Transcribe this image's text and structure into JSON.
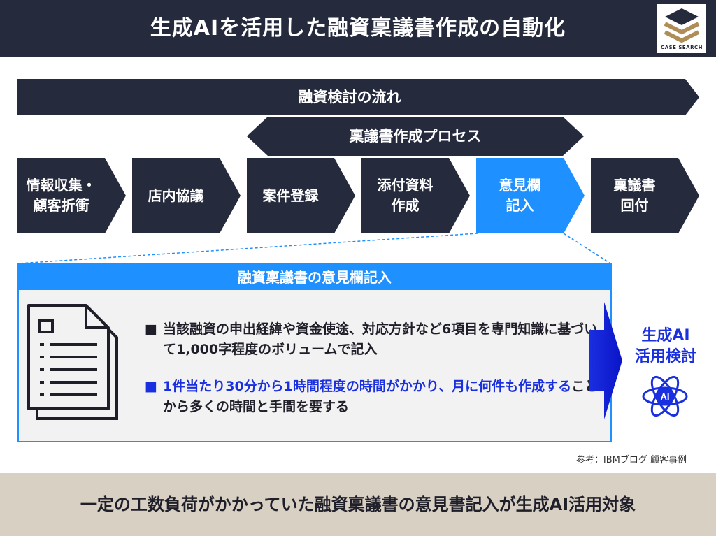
{
  "header": {
    "title": "生成AIを活用した融資稟議書作成の自動化",
    "logo_text": "CASE SEARCH"
  },
  "flow": {
    "label": "融資検討の流れ"
  },
  "process": {
    "label": "稟議書作成プロセス"
  },
  "steps": [
    {
      "label": "情報収集・\n顧客折衝",
      "highlighted": false
    },
    {
      "label": "店内協議",
      "highlighted": false
    },
    {
      "label": "案件登録",
      "highlighted": false
    },
    {
      "label": "添付資料\n作成",
      "highlighted": false
    },
    {
      "label": "意見欄\n記入",
      "highlighted": true
    },
    {
      "label": "稟議書\n回付",
      "highlighted": false
    }
  ],
  "detail": {
    "title": "融資稟議書の意見欄記入",
    "bullet1": {
      "mark": "■",
      "text": "当該融資の申出経緯や資金使途、対応方針など6項目を専門知識に基づいて1,000字程度のボリュームで記入"
    },
    "bullet2": {
      "mark": "■",
      "highlight": "1件当たり30分から1時間程度の時間がかかり、月に何件も作成する",
      "rest": "ことから多くの時間と手間を要する"
    }
  },
  "ai": {
    "label": "生成AI\n活用検討",
    "icon_text": "AI"
  },
  "reference": "参考：IBMブログ 顧客事例",
  "footer": {
    "text": "一定の工数負荷がかかっていた融資稟議書の意見書記入が生成AI活用対象"
  },
  "colors": {
    "navy": "#262a3d",
    "highlight_blue": "#1e90ff",
    "text_blue": "#1a2fe0",
    "logo_gold": "#b08d57",
    "footer_beige": "#d9d0c4"
  }
}
